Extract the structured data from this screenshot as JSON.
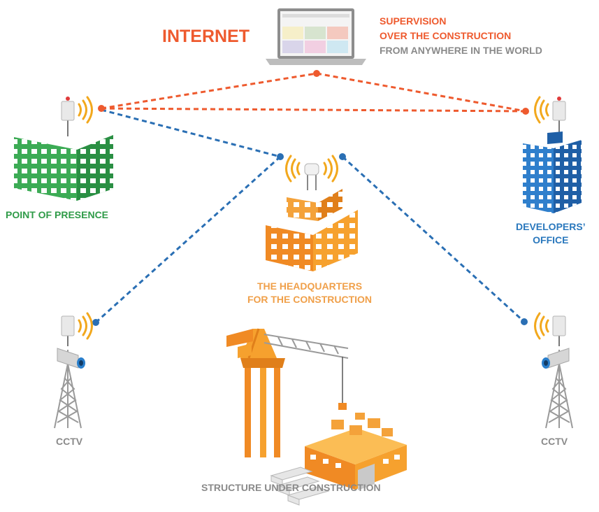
{
  "internet": {
    "title": "INTERNET"
  },
  "supervision": {
    "line1": "SUPERVISION",
    "line2": "OVER THE CONSTRUCTION",
    "line3": "FROM ANYWHERE IN THE WORLD"
  },
  "nodes": {
    "point_of_presence": "POINT OF PRESENCE",
    "developers_office": [
      "DEVELOPERS’",
      "OFFICE"
    ],
    "headquarters": [
      "THE HEADQUARTERS",
      "FOR THE CONSTRUCTION"
    ],
    "cctv_left": "CCTV",
    "cctv_right": "CCTV",
    "structure": "STRUCTURE UNDER CONSTRUCTION"
  },
  "colors": {
    "internet_link": "#ee5a2e",
    "wireless_link": "#2a6fb4",
    "pop_building": "#3cab55",
    "dev_building": "#2f7fcc",
    "hq_building": "#f08a24",
    "crane": "#f6a12e",
    "gray_text": "#8a8a8a"
  },
  "icons": [
    "laptop-icon",
    "antenna-icon",
    "signal-waves-icon",
    "building-icon",
    "camera-icon",
    "tower-icon",
    "crane-icon",
    "construction-site-icon"
  ]
}
